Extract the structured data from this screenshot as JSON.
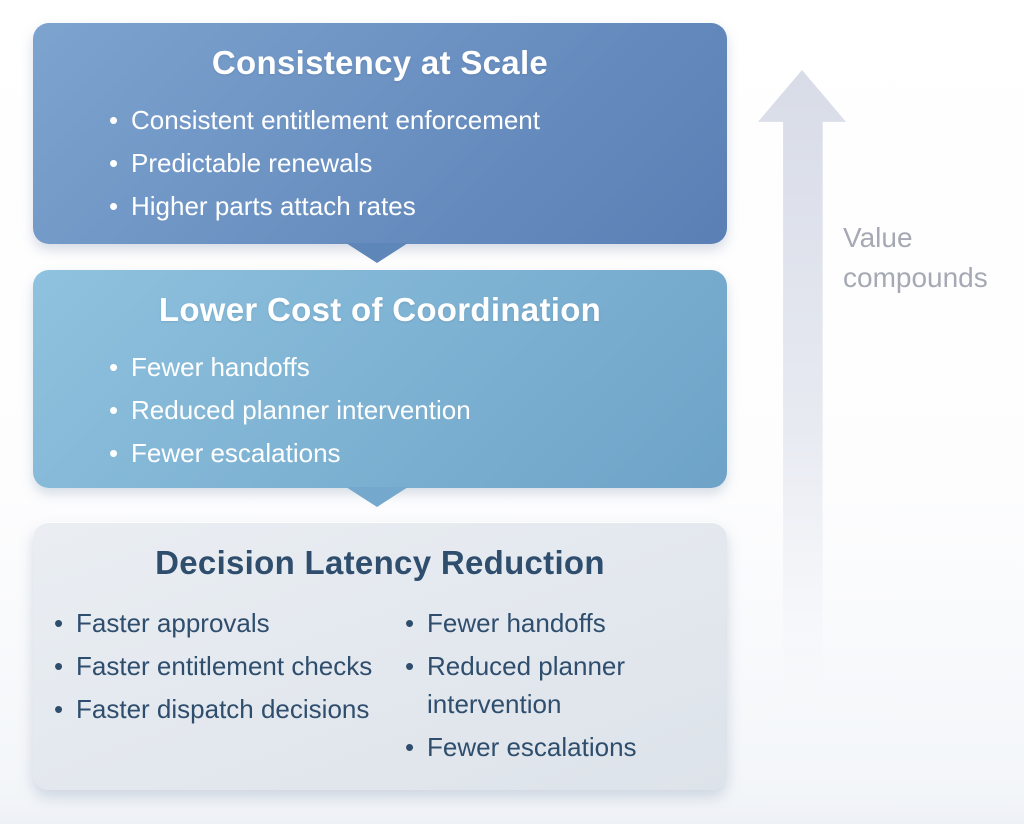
{
  "diagram": {
    "boxes": [
      {
        "title": "Consistency at Scale",
        "bullets": [
          "Consistent entitlement enforcement",
          "Predictable renewals",
          "Higher parts attach rates"
        ]
      },
      {
        "title": "Lower Cost of Coordination",
        "bullets": [
          "Fewer handoffs",
          "Reduced planner intervention",
          "Fewer escalations"
        ]
      },
      {
        "title": "Decision Latency Reduction",
        "left_bullets": [
          "Faster approvals",
          "Faster entitlement checks",
          "Faster dispatch decisions"
        ],
        "right_bullets": [
          "Fewer handoffs",
          "Reduced planner intervention",
          "Fewer escalations"
        ]
      }
    ],
    "arrow": {
      "label": "Value compounds"
    },
    "colors": {
      "box1_start": "#7da3cf",
      "box1_end": "#597fb5",
      "tail1": "#5e86b8",
      "box2_start": "#8fc2de",
      "box2_end": "#6ea3c8",
      "tail2": "#74a8cc",
      "box3_start": "#eaeef3",
      "box3_end": "#dde3ea",
      "box3_text": "#2f4e6d",
      "arrow_fill": "#d8dce7",
      "label_text": "#a5a9b3"
    }
  }
}
